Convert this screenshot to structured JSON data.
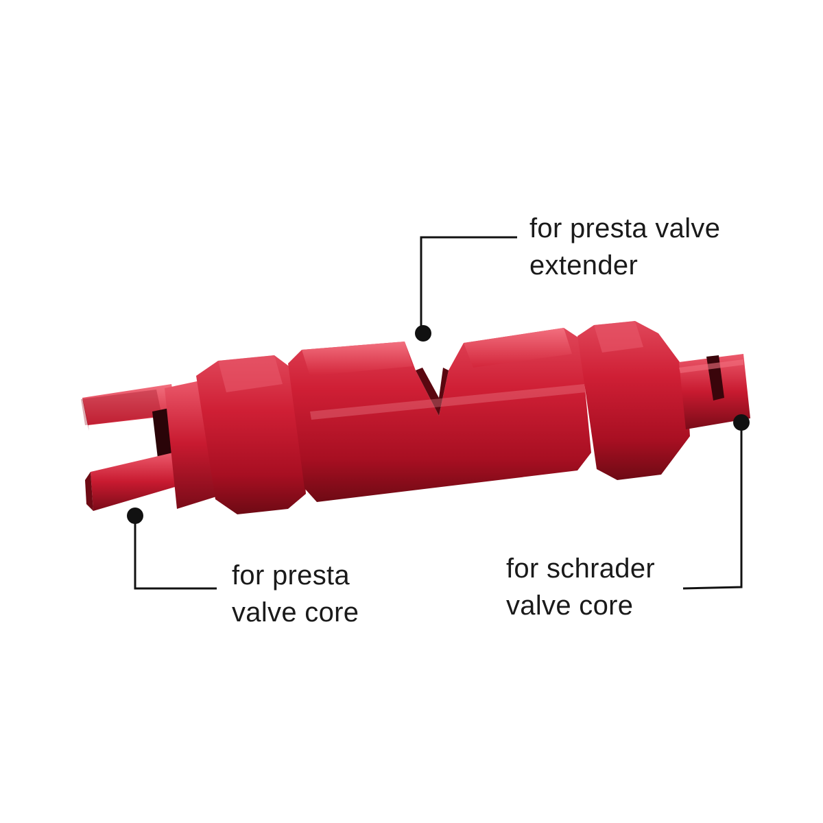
{
  "colors": {
    "background": "#ffffff",
    "tool_red": "#c8102e",
    "tool_dark": "#6e0a14",
    "tool_highlight": "#f2707f",
    "callout": "#111111"
  },
  "callouts": {
    "extender": {
      "line1": "for presta valve",
      "line2": "extender"
    },
    "presta_core": {
      "line1": "for presta",
      "line2": "valve core"
    },
    "schrader_core": {
      "line1": "for schrader",
      "line2": "valve core"
    }
  }
}
